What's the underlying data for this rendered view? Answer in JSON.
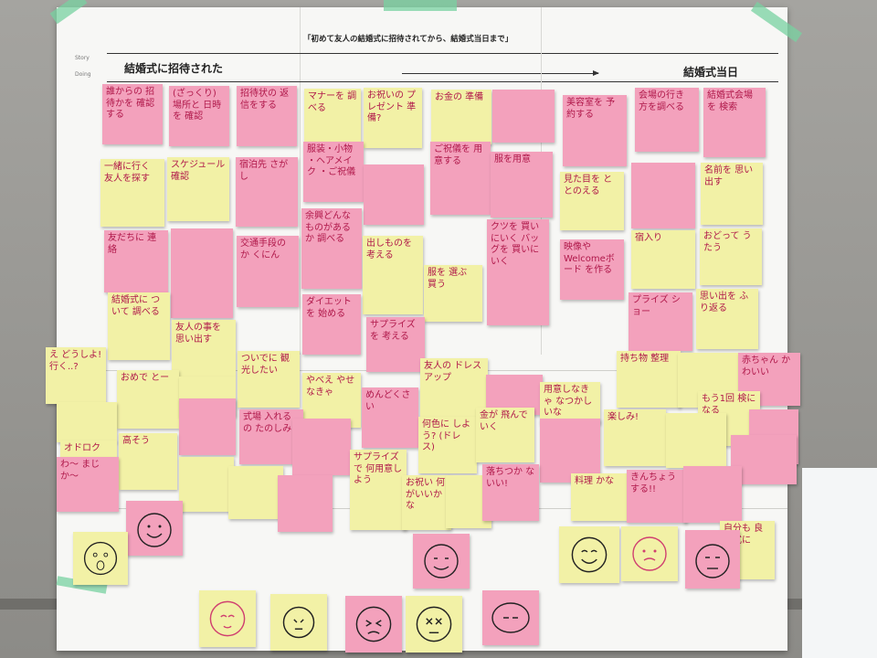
{
  "board": {
    "subtitle": "「初めて友人の結婚式に招待されてから、結婚式当日まで」",
    "row_story": "Story",
    "row_doing": "Doing",
    "start_label": "結婚式に招待された",
    "end_label": "結婚式当日"
  },
  "notes": [
    {
      "t": "誰からの 招待かを 確認する",
      "c": "p"
    },
    {
      "t": "(ざっくり) 場所と 日時を 確認",
      "c": "p"
    },
    {
      "t": "招待状の 返信をする",
      "c": "p"
    },
    {
      "t": "マナーを 調べる",
      "c": "y"
    },
    {
      "t": "お祝いの プレゼント 準備?",
      "c": "y"
    },
    {
      "t": "お金の 準備",
      "c": "y"
    },
    {
      "t": "ご祝儀を 用意する",
      "c": "p"
    },
    {
      "t": "美容室を 予約する",
      "c": "p"
    },
    {
      "t": "会場の行き 方を調べる",
      "c": "p"
    },
    {
      "t": "結婚式会場 を 検索",
      "c": "p"
    },
    {
      "t": "一緒に行く 友人を探す",
      "c": "y"
    },
    {
      "t": "スケジュール 確認",
      "c": "y"
    },
    {
      "t": "宿泊先 さがし",
      "c": "p"
    },
    {
      "t": "服装・小物 ・ヘアメイク ・ご祝儀",
      "c": "p"
    },
    {
      "t": "服を用意",
      "c": "p"
    },
    {
      "t": "見た目を ととのえる",
      "c": "y"
    },
    {
      "t": "名前を 思い出す",
      "c": "y"
    },
    {
      "t": "友だちに 連絡",
      "c": "p"
    },
    {
      "t": "交通手段の か くにん",
      "c": "p"
    },
    {
      "t": "余興どんな ものがあるか 調べる",
      "c": "p"
    },
    {
      "t": "出しものを 考える",
      "c": "y"
    },
    {
      "t": "服を 選ぶ 買う",
      "c": "y"
    },
    {
      "t": "クツを 買いにいく バッグを 買いにいく",
      "c": "p"
    },
    {
      "t": "映像や Welcomeボード を作る",
      "c": "p"
    },
    {
      "t": "宿入り",
      "c": "y"
    },
    {
      "t": "おどって うたう",
      "c": "y"
    },
    {
      "t": "結婚式に ついて 調べる",
      "c": "y"
    },
    {
      "t": "友人の事を 思い出す",
      "c": "y"
    },
    {
      "t": "ダイエットを 始める",
      "c": "p"
    },
    {
      "t": "サプライズを 考える",
      "c": "p"
    },
    {
      "t": "プライズ ショー",
      "c": "p"
    },
    {
      "t": "思い出を ふり返る",
      "c": "y"
    },
    {
      "t": "持ち物 整理",
      "c": "y"
    },
    {
      "t": "赤ちゃん かわいい",
      "c": "p"
    },
    {
      "t": "え どうしよ! 行く..?",
      "c": "y"
    },
    {
      "t": "おめで とー",
      "c": "y"
    },
    {
      "t": "ついでに 観光したい",
      "c": "y"
    },
    {
      "t": "やべえ やせなきゃ",
      "c": "y"
    },
    {
      "t": "めんどくさい",
      "c": "p"
    },
    {
      "t": "友人の ドレスアップ",
      "c": "y"
    },
    {
      "t": "用意しなきゃ なつかしいな",
      "c": "y"
    },
    {
      "t": "もう1回 検になる",
      "c": "y"
    },
    {
      "t": "式場 入れるの たのしみ",
      "c": "p"
    },
    {
      "t": "何色に しよう? (ドレス)",
      "c": "y"
    },
    {
      "t": "金が 飛んでいく",
      "c": "y"
    },
    {
      "t": "楽しみ!",
      "c": "y"
    },
    {
      "t": "オドロク",
      "c": "y"
    },
    {
      "t": "高そう",
      "c": "y"
    },
    {
      "t": "わ〜 まじか〜",
      "c": "p"
    },
    {
      "t": "サプライズで 何用意しよう",
      "c": "y"
    },
    {
      "t": "お祝い 何がいいかな",
      "c": "y"
    },
    {
      "t": "落ちつか ないい!",
      "c": "p"
    },
    {
      "t": "きんちょう する!!",
      "c": "p"
    },
    {
      "t": "料理 かな",
      "c": "y"
    },
    {
      "t": "自分も 良い式に",
      "c": "y"
    }
  ]
}
